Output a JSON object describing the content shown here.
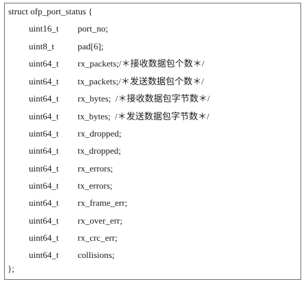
{
  "struct": {
    "header": "struct ofp_port_status {",
    "closer": "};",
    "fields": [
      {
        "type": "uint16_t",
        "decl": "port_no;"
      },
      {
        "type": "uint8_t",
        "decl": "pad[6];"
      },
      {
        "type": "uint64_t",
        "decl": "rx_packets;/＊接收数据包个数＊/"
      },
      {
        "type": "uint64_t",
        "decl": "tx_packets;/＊发送数据包个数＊/"
      },
      {
        "type": "uint64_t",
        "decl": "rx_bytes;  /＊接收数据包字节数＊/"
      },
      {
        "type": "uint64_t",
        "decl": "tx_bytes;  /＊发送数据包字节数＊/"
      },
      {
        "type": "uint64_t",
        "decl": "rx_dropped;"
      },
      {
        "type": "uint64_t",
        "decl": "tx_dropped;"
      },
      {
        "type": "uint64_t",
        "decl": "rx_errors;"
      },
      {
        "type": "uint64_t",
        "decl": "tx_errors;"
      },
      {
        "type": "uint64_t",
        "decl": "rx_frame_err;"
      },
      {
        "type": "uint64_t",
        "decl": "rx_over_err;"
      },
      {
        "type": "uint64_t",
        "decl": "rx_crc_err;"
      },
      {
        "type": "uint64_t",
        "decl": "collisions;"
      }
    ]
  }
}
